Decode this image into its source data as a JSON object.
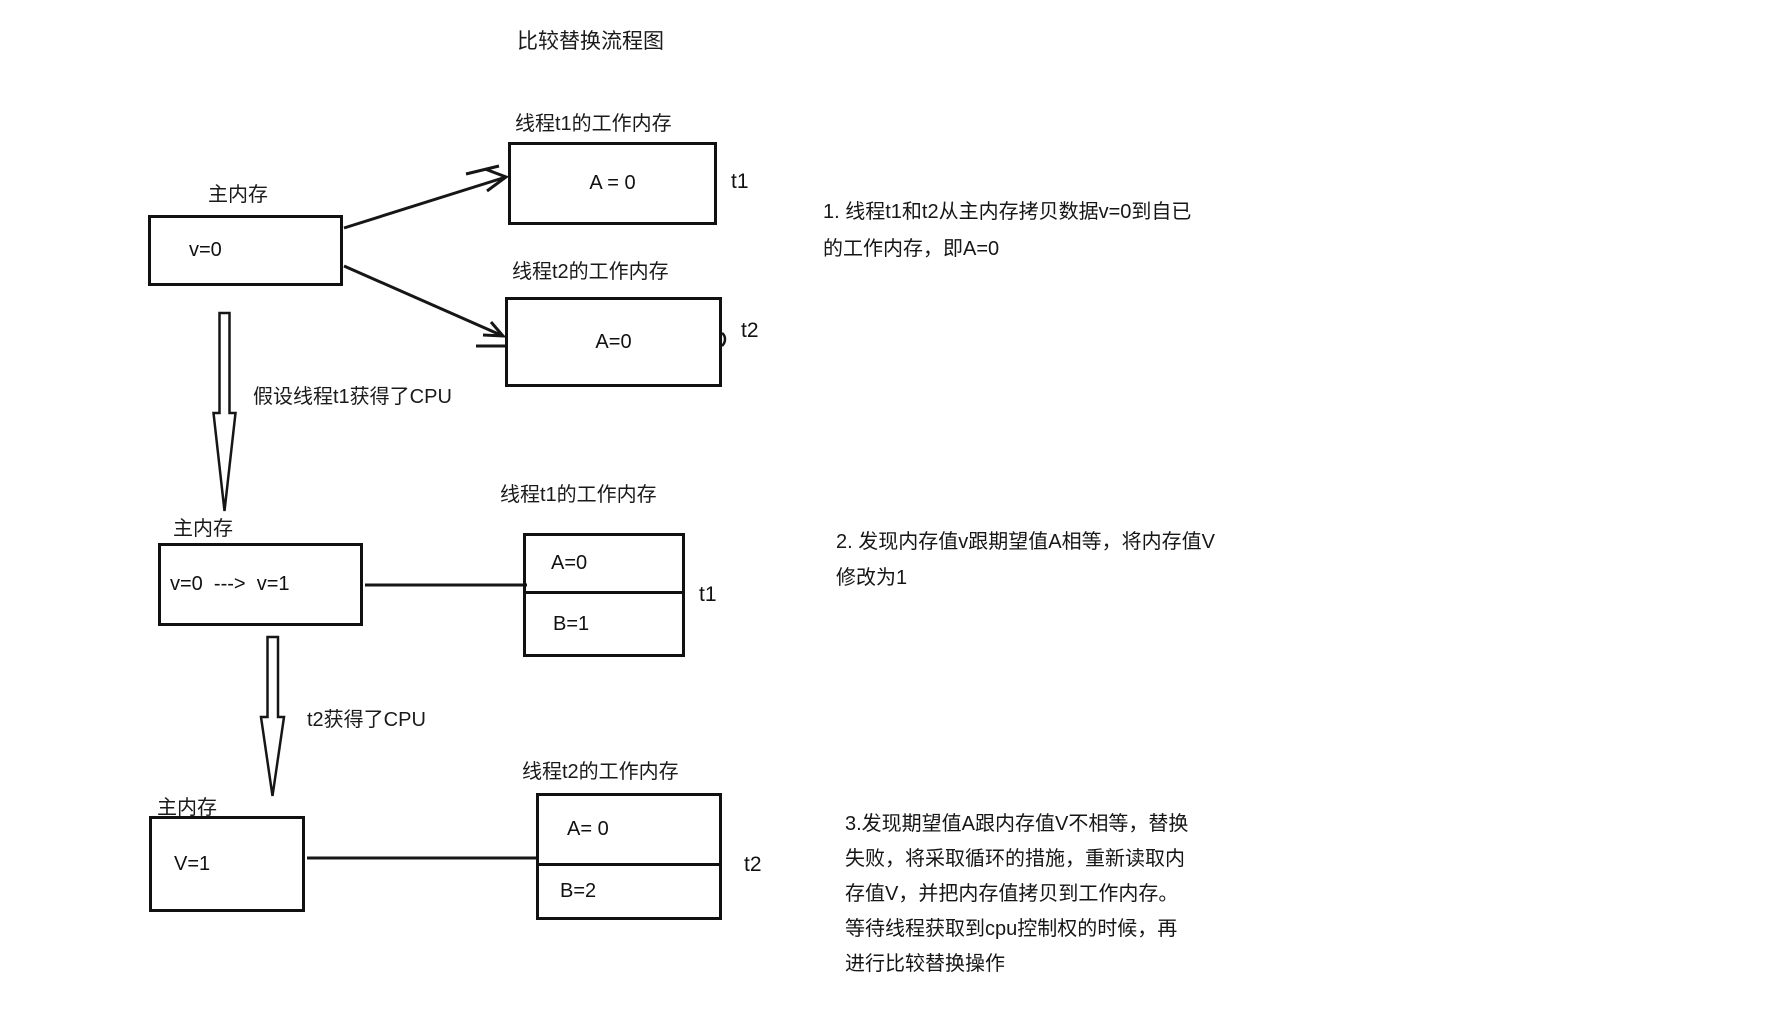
{
  "title": "比较替换流程图",
  "colors": {
    "ink": "#1a1a1a",
    "background": "#ffffff"
  },
  "step1": {
    "main_label": "主内存",
    "main_value": "v=0",
    "t1_label": "线程t1的工作内存",
    "t1_value": "A = 0",
    "t1_tag": "t1",
    "t2_label": "线程t2的工作内存",
    "t2_value": "A=0",
    "t2_tag": "t2",
    "note": [
      "1. 线程t1和t2从主内存拷贝数据v=0到自已",
      "的工作内存，即A=0"
    ]
  },
  "transition1": "假设线程t1获得了CPU",
  "step2": {
    "main_label": "主内存",
    "main_value": "v=0  --->  v=1",
    "t1_label": "线程t1的工作内存",
    "t1_row1": "A=0",
    "t1_row2": "B=1",
    "t1_tag": "t1",
    "note": [
      "2. 发现内存值v跟期望值A相等，将内存值V",
      "修改为1"
    ]
  },
  "transition2": "t2获得了CPU",
  "step3": {
    "main_label": "主内存",
    "main_value": "V=1",
    "t2_label": "线程t2的工作内存",
    "t2_row1": "A= 0",
    "t2_row2": "B=2",
    "t2_tag": "t2",
    "note": [
      "3.发现期望值A跟内存值V不相等，替换",
      "失败，将采取循环的措施，重新读取内",
      "存值V，并把内存值拷贝到工作内存。",
      "等待线程获取到cpu控制权的时候，再",
      "进行比较替换操作"
    ]
  }
}
